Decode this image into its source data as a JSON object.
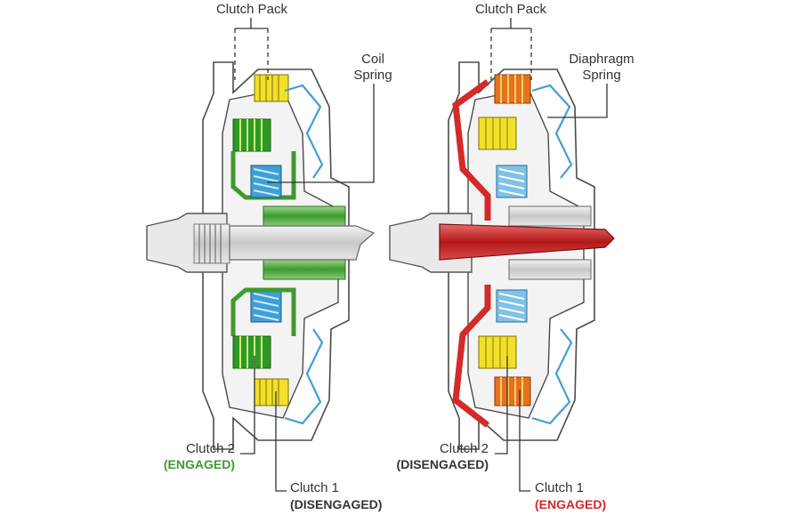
{
  "labels": {
    "left_pack": "Clutch Pack",
    "right_pack": "Clutch Pack",
    "coil_line1": "Coil",
    "coil_line2": "Spring",
    "diaphragm_line1": "Diaphragm",
    "diaphragm_line2": "Spring",
    "left_clutch2": "Clutch 2",
    "left_clutch2_state": "(ENGAGED)",
    "left_clutch1": "Clutch 1",
    "left_clutch1_state": "(DISENGAGED)",
    "right_clutch2": "Clutch 2",
    "right_clutch2_state": "(DISENGAGED)",
    "right_clutch1": "Clutch 1",
    "right_clutch1_state": "(ENGAGED)"
  },
  "colors": {
    "engaged_green": "#3f9a2f",
    "pack_green": "#2e9a25",
    "engaged_red": "#d42a2a",
    "pack_orange": "#e8711c",
    "pack_yellow": "#f2df2a",
    "coil_blue": "#3e9fd6",
    "spring_blue": "#7ec2e8",
    "text_dark": "#333333"
  }
}
